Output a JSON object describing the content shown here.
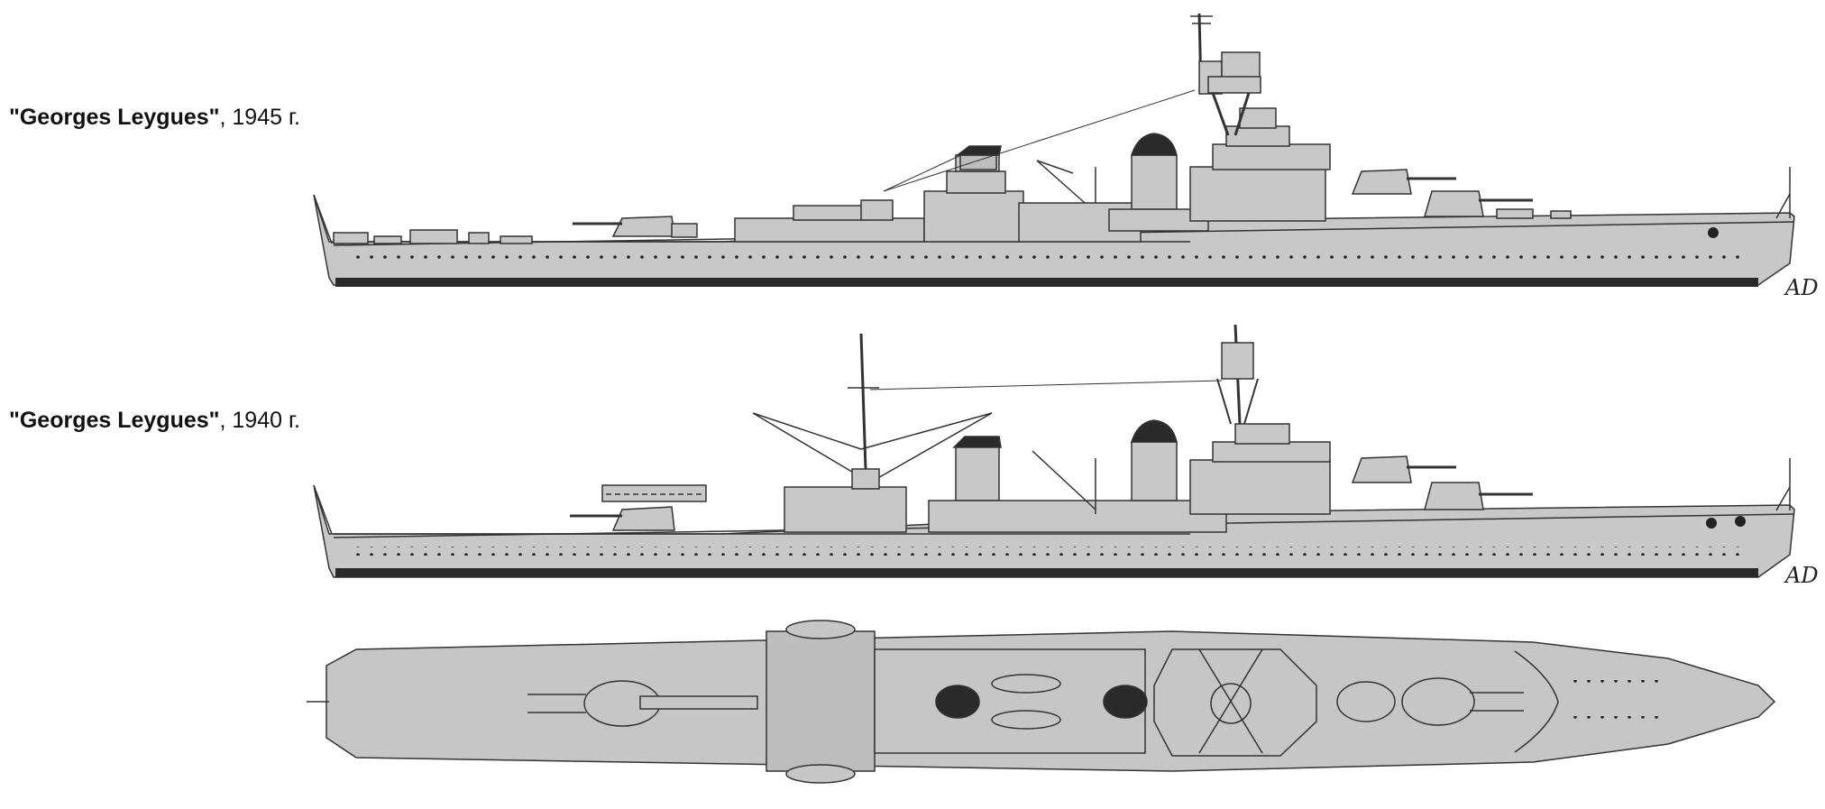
{
  "views": [
    {
      "name": "\"Georges Leygues\"",
      "year": ", 1945 г."
    },
    {
      "name": "\"Georges Leygues\"",
      "year": ", 1940 г."
    }
  ],
  "signature": "AD",
  "colors": {
    "hull": "#c8c8c8",
    "hull_dark": "#2a2a2a",
    "outline": "#333333",
    "deck_plan": "#c6c6c6"
  }
}
